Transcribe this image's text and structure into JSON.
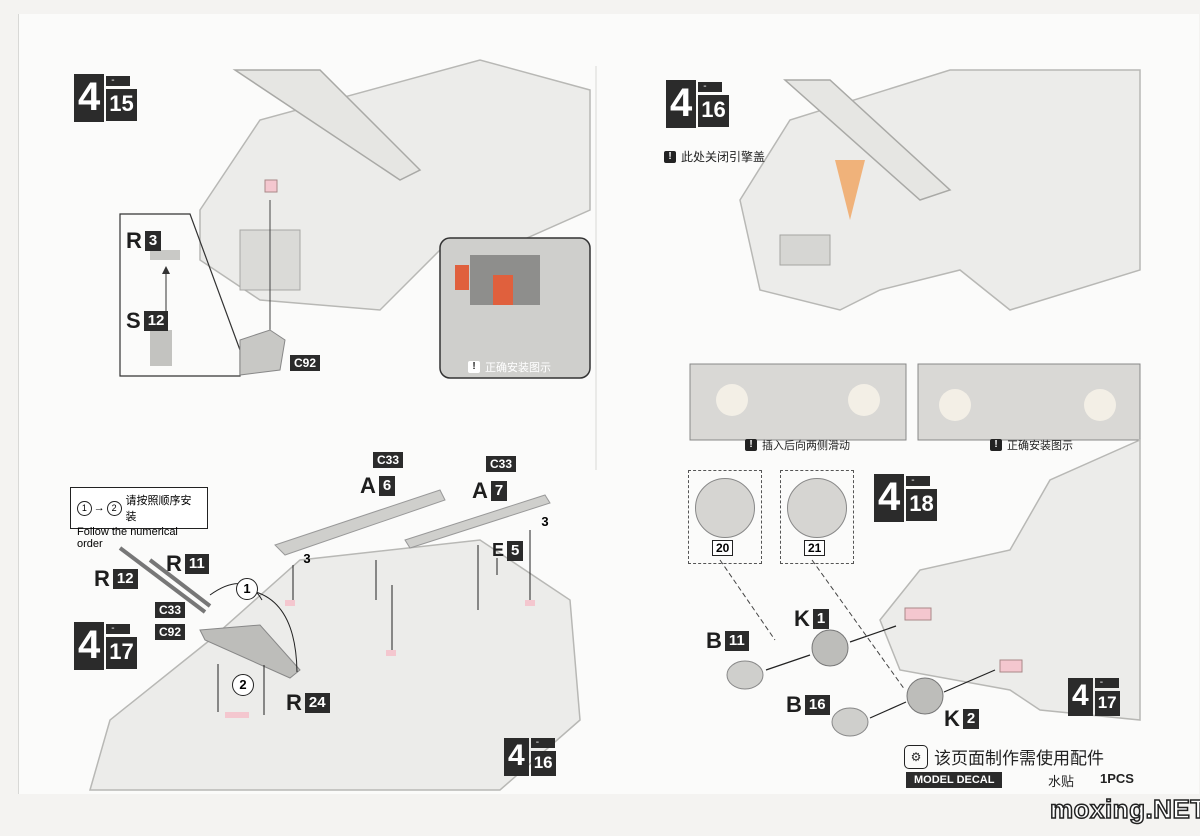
{
  "steps": {
    "s415": {
      "num": "4",
      "dash": "-",
      "sub": "15"
    },
    "s416": {
      "num": "4",
      "dash": "-",
      "sub": "16"
    },
    "s417": {
      "num": "4",
      "dash": "-",
      "sub": "17"
    },
    "s418": {
      "num": "4",
      "dash": "-",
      "sub": "18"
    },
    "s416b": {
      "num": "4",
      "dash": "-",
      "sub": "16"
    },
    "s417b": {
      "num": "4",
      "dash": "-",
      "sub": "17"
    }
  },
  "parts": {
    "r3": {
      "letter": "R",
      "num": "3"
    },
    "s12": {
      "letter": "S",
      "num": "12"
    },
    "c92a": "C92",
    "c33a": "C33",
    "a6": {
      "letter": "A",
      "num": "6"
    },
    "c33b": "C33",
    "a7": {
      "letter": "A",
      "num": "7"
    },
    "e5": {
      "letter": "E",
      "num": "5"
    },
    "r11": {
      "letter": "R",
      "num": "11"
    },
    "r12": {
      "letter": "R",
      "num": "12"
    },
    "c33c": "C33",
    "c92b": "C92",
    "r24": {
      "letter": "R",
      "num": "24"
    },
    "k1": {
      "letter": "K",
      "num": "1"
    },
    "k2": {
      "letter": "K",
      "num": "2"
    },
    "b11": {
      "letter": "B",
      "num": "11"
    },
    "b16": {
      "letter": "B",
      "num": "16"
    }
  },
  "notes": {
    "close_hood": "此处关闭引擎盖",
    "correct_install_1": "正确安装图示",
    "insert_slide": "插入后向两侧滑动",
    "correct_install_2": "正确安装图示",
    "warn_mark": "!"
  },
  "order_box": {
    "c1": "1",
    "arrow": "→",
    "c2": "2",
    "zh": "请按照顺序安装",
    "en": "Follow the numerical order"
  },
  "markers": {
    "m1": "1",
    "m2": "2",
    "m3a": "3",
    "m3b": "3"
  },
  "decals": {
    "d20": "20",
    "d21": "21"
  },
  "footer": {
    "decal_icon": "⚙",
    "title": "该页面制作需使用配件",
    "model_decal": "MODEL DECAL",
    "decal_name": "水贴",
    "qty": "1PCS"
  },
  "watermark": "moxing.NET"
}
